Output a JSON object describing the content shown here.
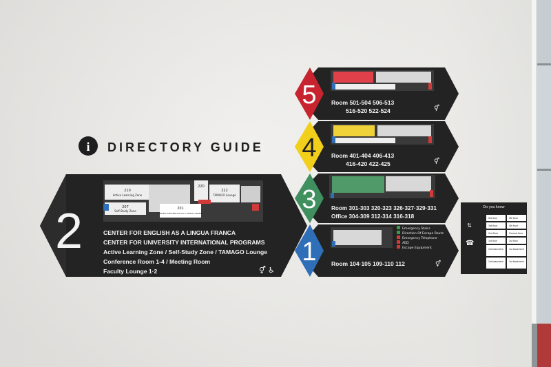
{
  "title": "DIRECTORY GUIDE",
  "info_glyph": "i",
  "floors": [
    {
      "number": "5",
      "color": "#c8242f",
      "rooms": [
        "Room 501-504  506-513",
        "516-520  522-524"
      ],
      "map_fill": "#e0404a"
    },
    {
      "number": "4",
      "color": "#f1cf1b",
      "rooms": [
        "Room 401-404  406-413",
        "416-420  422-425"
      ],
      "map_fill": "#efd23a"
    },
    {
      "number": "3",
      "color": "#3f8f5f",
      "rooms": [
        "Room 301-303  320-323  326·327·329·331",
        "Office 304-309  312-314  316-318"
      ],
      "map_fill": "#4f9a68"
    },
    {
      "number": "1",
      "color": "#2f6fb8",
      "rooms": [
        "Room 104·105  109-110  112"
      ],
      "map_fill": "#5a8ad0"
    }
  ],
  "floor2": {
    "number": "2",
    "lines": [
      "CENTER FOR ENGLISH AS A LINGUA FRANCA",
      "CENTER FOR UNIVERSITY INTERNATIONAL PROGRAMS",
      "Active Learning Zone  /  Self-Study Zone  /  TAMAGO Lounge",
      "Conference Room 1-4  /  Meeting Room",
      "Faculty Lounge 1·2"
    ],
    "map_labels": [
      "210",
      "Active Learning Zone",
      "207",
      "Self-Study Zone",
      "220",
      "222",
      "TAMAGO Lounge",
      "201",
      "CENTER FOR ENGLISH AS A LINGUA FRANCA"
    ]
  },
  "legend": [
    "Emergency Stairs",
    "Direction Of Escape Route",
    "Emergency Telephone",
    "AED",
    "Escape Equipment"
  ],
  "legend_colors": [
    "#3a9a4a",
    "#3a9a4a",
    "#d23a3a",
    "#d23a3a",
    "#d23a3a"
  ],
  "do_you_know": {
    "title": "Do you know",
    "cells": [
      "5st floor",
      "5th floor",
      "3rd floor",
      "4th floor",
      "2nd floor",
      "Ground floor",
      "1st floor",
      "1st floor",
      "1st basement",
      "1st basement",
      "1st basement",
      "1st basement"
    ]
  }
}
